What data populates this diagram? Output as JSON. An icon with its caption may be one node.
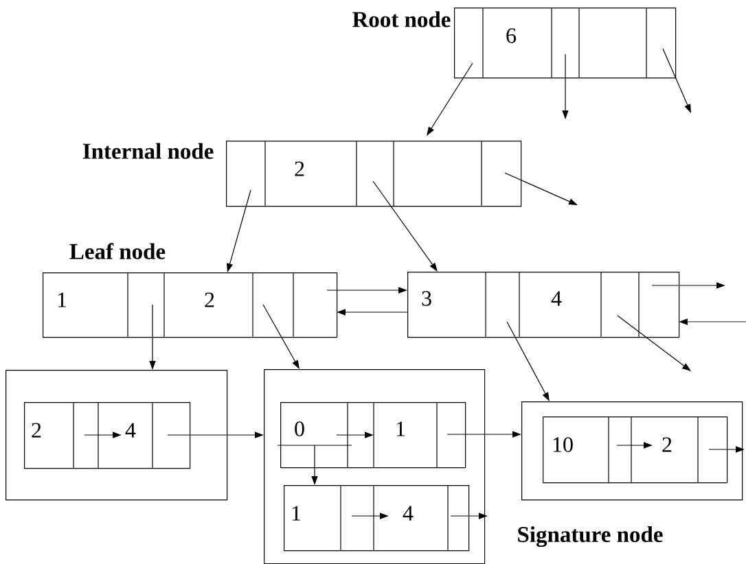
{
  "diagram": {
    "nodes": [
      {
        "text": [
          "Root node",
          "6"
        ]
      },
      {
        "text": [
          "Internal node",
          "2"
        ]
      },
      {
        "text": [
          "Leaf node",
          "1",
          "2"
        ]
      },
      {
        "text": [
          "3",
          "4"
        ]
      },
      {
        "text": [],
        "shape": "box"
      },
      {
        "text": [
          "2",
          "4"
        ],
        "in": 4
      },
      {
        "text": [],
        "shape": "box"
      },
      {
        "text": [
          "0",
          "1"
        ],
        "in": 6
      },
      {
        "text": [
          "1",
          "4"
        ],
        "in": 6
      },
      {
        "text": [],
        "shape": "box"
      },
      {
        "text": [
          "10",
          "2"
        ],
        "in": 9
      }
    ],
    "edges": [
      {
        "from": 0,
        "to": 1,
        "arrow": "to"
      },
      {
        "from": 0,
        "to": null,
        "arrow": "to"
      },
      {
        "from": 0,
        "to": null,
        "arrow": "to"
      },
      {
        "from": 1,
        "to": 2,
        "arrow": "to"
      },
      {
        "from": 1,
        "to": 3,
        "arrow": "to"
      },
      {
        "from": 1,
        "to": null,
        "arrow": "to"
      },
      {
        "from": 2,
        "to": 3,
        "arrow": "to"
      },
      {
        "from": 3,
        "to": 2,
        "arrow": "to"
      },
      {
        "from": 3,
        "to": null,
        "arrow": "to"
      },
      {
        "from": null,
        "to": 3,
        "arrow": "to"
      },
      {
        "from": 3,
        "to": null,
        "arrow": "to"
      },
      {
        "from": 3,
        "to": 9,
        "arrow": "to"
      },
      {
        "from": 2,
        "to": 4,
        "arrow": "to"
      },
      {
        "from": 2,
        "to": 6,
        "arrow": "to"
      },
      {
        "from": 5,
        "to": 6,
        "arrow": "to"
      },
      {
        "from": 7,
        "to": 8,
        "arrow": "to"
      },
      {
        "from": 7,
        "to": 9,
        "arrow": "to"
      },
      {
        "from": 8,
        "to": null,
        "arrow": "to"
      },
      {
        "from": 10,
        "to": null,
        "arrow": "to"
      },
      {
        "from": 7,
        "to": null,
        "arrow": "none"
      }
    ],
    "labels": [
      "Signature node"
    ]
  }
}
